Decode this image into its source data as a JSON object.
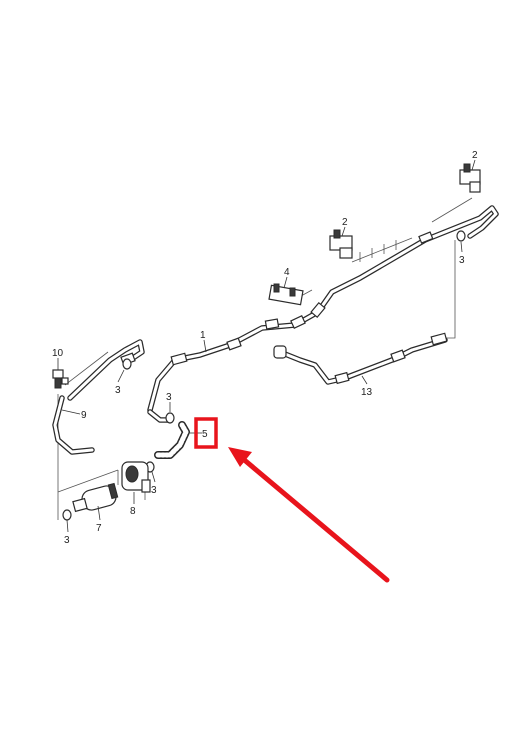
{
  "labels": {
    "l1": "1",
    "l2a": "2",
    "l2b": "2",
    "l3a": "3",
    "l3b": "3",
    "l3c": "3",
    "l3d": "3",
    "l3e": "3",
    "l4": "4",
    "l5": "5",
    "l7": "7",
    "l8": "8",
    "l9": "9",
    "l10": "10",
    "l13": "13"
  },
  "colors": {
    "highlight": "#e8141c",
    "arrow": "#e8141c",
    "line": "#2b2b2b"
  },
  "highlight_target": "5"
}
